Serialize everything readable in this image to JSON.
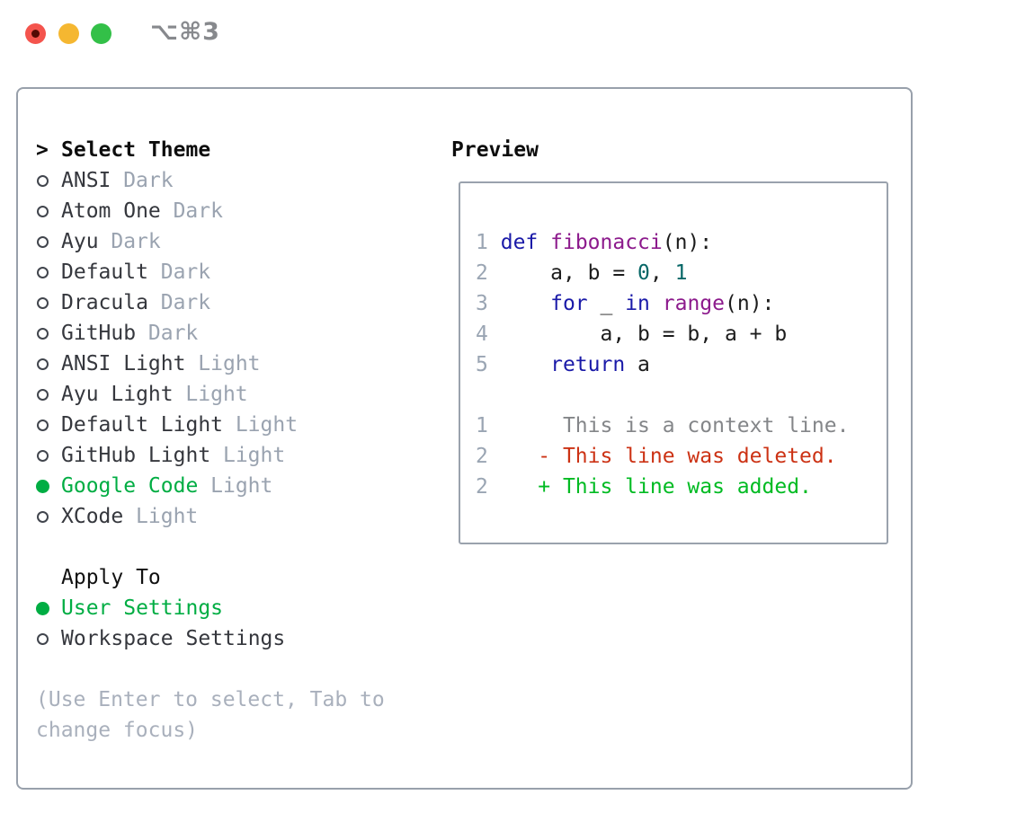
{
  "window": {
    "title": "⌥⌘3"
  },
  "colors": {
    "accent_green": "#00ad43",
    "diff_added": "#00bb22",
    "diff_removed": "#cc3214",
    "kwd_blue": "#1a1aa8",
    "typ_purple": "#8c1a8c",
    "lit_teal": "#066666",
    "close_red": "#f4544d",
    "min_yellow": "#f5b731",
    "max_green": "#33c048"
  },
  "theme_picker": {
    "header_marker": ">",
    "header": "Select Theme",
    "items": [
      {
        "name": "ANSI",
        "tag": "Dark",
        "selected": false
      },
      {
        "name": "Atom One",
        "tag": "Dark",
        "selected": false
      },
      {
        "name": "Ayu",
        "tag": "Dark",
        "selected": false
      },
      {
        "name": "Default",
        "tag": "Dark",
        "selected": false
      },
      {
        "name": "Dracula",
        "tag": "Dark",
        "selected": false
      },
      {
        "name": "GitHub",
        "tag": "Dark",
        "selected": false
      },
      {
        "name": "ANSI Light",
        "tag": "Light",
        "selected": false
      },
      {
        "name": "Ayu Light",
        "tag": "Light",
        "selected": false
      },
      {
        "name": "Default Light",
        "tag": "Light",
        "selected": false
      },
      {
        "name": "GitHub Light",
        "tag": "Light",
        "selected": false
      },
      {
        "name": "Google Code",
        "tag": "Light",
        "selected": true
      },
      {
        "name": "XCode",
        "tag": "Light",
        "selected": false
      }
    ]
  },
  "apply_to": {
    "header": "Apply To",
    "options": [
      {
        "label": "User Settings",
        "selected": true
      },
      {
        "label": "Workspace Settings",
        "selected": false
      }
    ]
  },
  "hint": {
    "line1": "(Use Enter to select, Tab to",
    "line2": "change focus)"
  },
  "preview": {
    "header": "Preview",
    "code_lines": [
      {
        "num": "1",
        "tokens": [
          {
            "type": "pln",
            "text": " "
          },
          {
            "type": "kwd",
            "text": "def"
          },
          {
            "type": "pln",
            "text": " "
          },
          {
            "type": "typ",
            "text": "fibonacci"
          },
          {
            "type": "pln",
            "text": "(n):"
          }
        ]
      },
      {
        "num": "2",
        "tokens": [
          {
            "type": "pln",
            "text": "     a, b = "
          },
          {
            "type": "lit",
            "text": "0"
          },
          {
            "type": "pln",
            "text": ", "
          },
          {
            "type": "lit",
            "text": "1"
          }
        ]
      },
      {
        "num": "3",
        "tokens": [
          {
            "type": "pln",
            "text": "     "
          },
          {
            "type": "kwd",
            "text": "for"
          },
          {
            "type": "pln",
            "text": " _ "
          },
          {
            "type": "kwd",
            "text": "in"
          },
          {
            "type": "pln",
            "text": " "
          },
          {
            "type": "typ",
            "text": "range"
          },
          {
            "type": "pln",
            "text": "(n):"
          }
        ]
      },
      {
        "num": "4",
        "tokens": [
          {
            "type": "pln",
            "text": "         a, b = b, a + b"
          }
        ]
      },
      {
        "num": "5",
        "tokens": [
          {
            "type": "pln",
            "text": "     "
          },
          {
            "type": "kwd",
            "text": "return"
          },
          {
            "type": "pln",
            "text": " a"
          }
        ]
      }
    ],
    "diff_lines": [
      {
        "num": "1",
        "type": "ctx",
        "text": "      This is a context line."
      },
      {
        "num": "2",
        "type": "del",
        "text": "    - This line was deleted."
      },
      {
        "num": "2",
        "type": "add",
        "text": "    + This line was added."
      }
    ]
  }
}
